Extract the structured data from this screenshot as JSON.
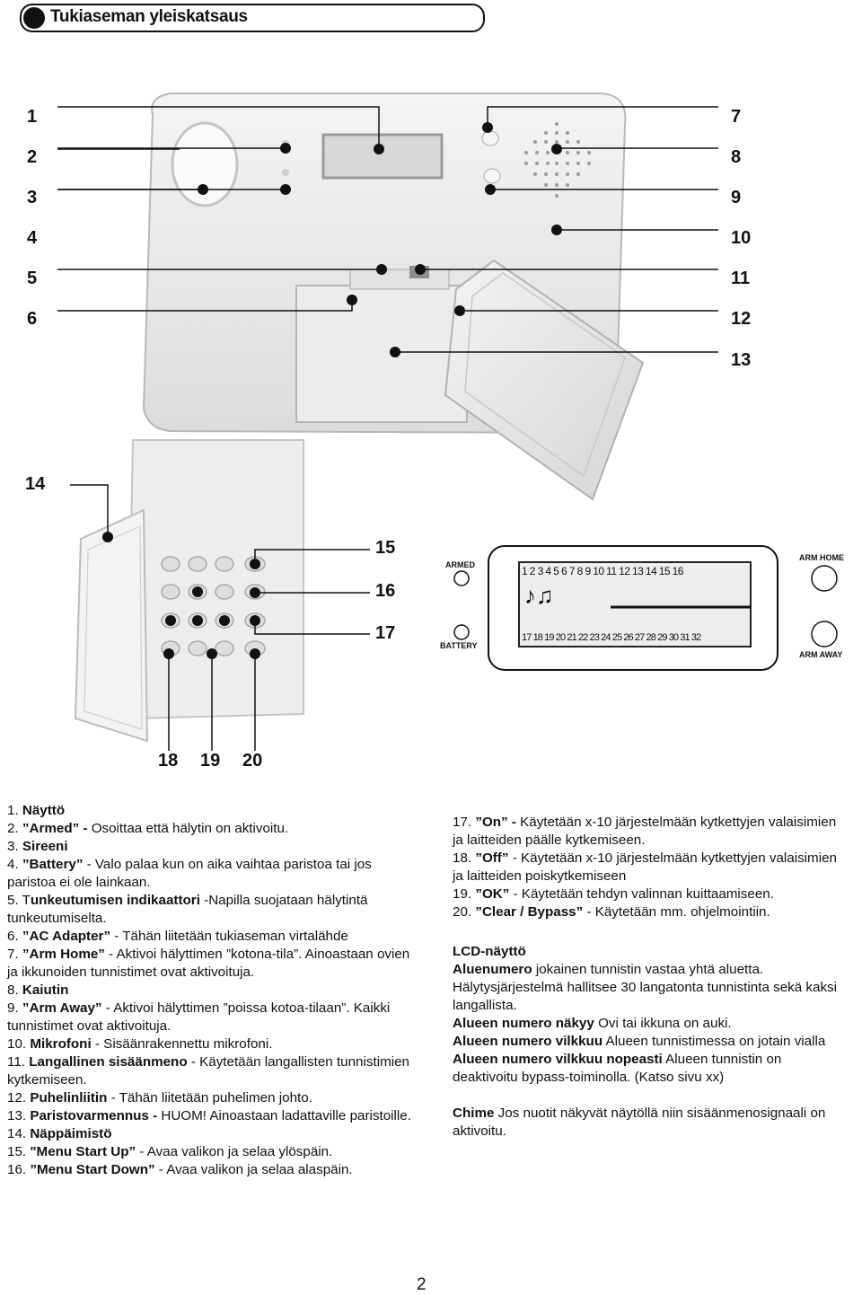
{
  "header": {
    "title": "Tukiaseman yleiskatsaus"
  },
  "callouts_left_top": [
    "1",
    "2",
    "3",
    "4",
    "5",
    "6"
  ],
  "callouts_right_top": [
    "7",
    "8",
    "9",
    "10",
    "11",
    "12",
    "13"
  ],
  "callout_14": "14",
  "callouts_keypad_right": [
    "15",
    "16",
    "17"
  ],
  "callouts_keypad_bottom": [
    "18",
    "19",
    "20"
  ],
  "panel": {
    "armed_label": "ARMED",
    "battery_label": "BATTERY",
    "arm_home_label": "ARM HOME",
    "arm_away_label": "ARM AWAY",
    "lcd_top_numbers": "1 2 3 4 5 6 7 8 9 10 11 12 13 14 15 16",
    "lcd_bottom_numbers": "17 18 19 20 21 22 23 24 25 26 27 28 29 30 31 32",
    "chime_glyph": "♪♫"
  },
  "left_list": [
    {
      "pre": "1. ",
      "bold": "Näyttö",
      "post": ""
    },
    {
      "pre": "2. ",
      "bold": "”Armed” -",
      "post": " Osoittaa että hälytin on aktivoitu."
    },
    {
      "pre": "3. ",
      "bold": "Sireeni",
      "post": ""
    },
    {
      "pre": "4. ",
      "bold": "”Battery”",
      "post": " - Valo palaa kun on aika vaihtaa paristoa tai jos paristoa ei ole lainkaan."
    },
    {
      "pre": "5. T",
      "bold": "unkeutumisen indikaattori",
      "post": " -Napilla suojataan hälytintä tunkeutumiselta."
    },
    {
      "pre": "6. ",
      "bold": "”AC Adapter”",
      "post": " - Tähän liitetään tukiaseman virtalähde"
    },
    {
      "pre": "7. ",
      "bold": "”Arm Home”",
      "post": " - Aktivoi hälyttimen ”kotona-tila”. Ainoastaan ovien ja ikkunoiden tunnistimet ovat aktivoituja."
    },
    {
      "pre": "8. ",
      "bold": "Kaiutin",
      "post": ""
    },
    {
      "pre": "9. ",
      "bold": "”Arm Away”",
      "post": " - Aktivoi hälyttimen ”poissa kotoa-tilaan”. Kaikki tunnistimet ovat aktivoituja."
    },
    {
      "pre": "10. ",
      "bold": "Mikrofoni",
      "post": " - Sisäänrakennettu mikrofoni."
    },
    {
      "pre": "11. ",
      "bold": "Langallinen sisäänmeno",
      "post": " - Käytetään langallisten tunnistimien kytkemiseen."
    },
    {
      "pre": "12. ",
      "bold": "Puhelinliitin",
      "post": " - Tähän liitetään puhelimen johto."
    },
    {
      "pre": "13. ",
      "bold": "Paristovarmennus -",
      "post": " HUOM! Ainoastaan ladattaville paristoille."
    },
    {
      "pre": "14. ",
      "bold": "Näppäimistö",
      "post": ""
    },
    {
      "pre": "15. ",
      "bold": "\"Menu Start Up”",
      "post": " - Avaa valikon ja selaa ylöspäin."
    },
    {
      "pre": "16. ",
      "bold": "”Menu Start Down”",
      "post": " - Avaa valikon ja selaa alaspäin."
    }
  ],
  "right_list": [
    {
      "pre": "17. ",
      "bold": "”On” -",
      "post": " Käytetään x-10 järjestelmään kytkettyjen valaisimien ja laitteiden päälle kytkemiseen."
    },
    {
      "pre": "18. ",
      "bold": "”Off”",
      "post": " - Käytetään x-10 järjestelmään kytkettyjen valaisimien ja laitteiden poiskytkemiseen"
    },
    {
      "pre": "19. ",
      "bold": "”OK”",
      "post": " - Käytetään tehdyn valinnan kuittaamiseen."
    },
    {
      "pre": "20. ",
      "bold": "”Clear / Bypass”",
      "post": " - Käytetään mm. ohjelmointiin."
    }
  ],
  "lcd_section": {
    "heading": "LCD-näyttö",
    "items": [
      {
        "bold": "Aluenumero",
        "post": "  jokainen tunnistin vastaa yhtä aluetta. Hälytysjärjestelmä hallitsee 30 langatonta tunnistinta sekä kaksi langallista."
      },
      {
        "bold": "Alueen numero näkyy",
        "post": "  Ovi tai ikkuna on auki."
      },
      {
        "bold": "Alueen numero vilkkuu",
        "post": "  Alueen tunnistimessa on jotain vialla"
      },
      {
        "bold": "Alueen numero vilkkuu nopeasti",
        "post": "  Alueen tunnistin on deaktivoitu bypass-toiminolla. (Katso sivu xx)"
      }
    ],
    "chime": {
      "bold": "Chime",
      "post": "  Jos nuotit näkyvät näytöllä niin sisäänmenosignaali on aktivoitu."
    }
  },
  "page_number": "2"
}
